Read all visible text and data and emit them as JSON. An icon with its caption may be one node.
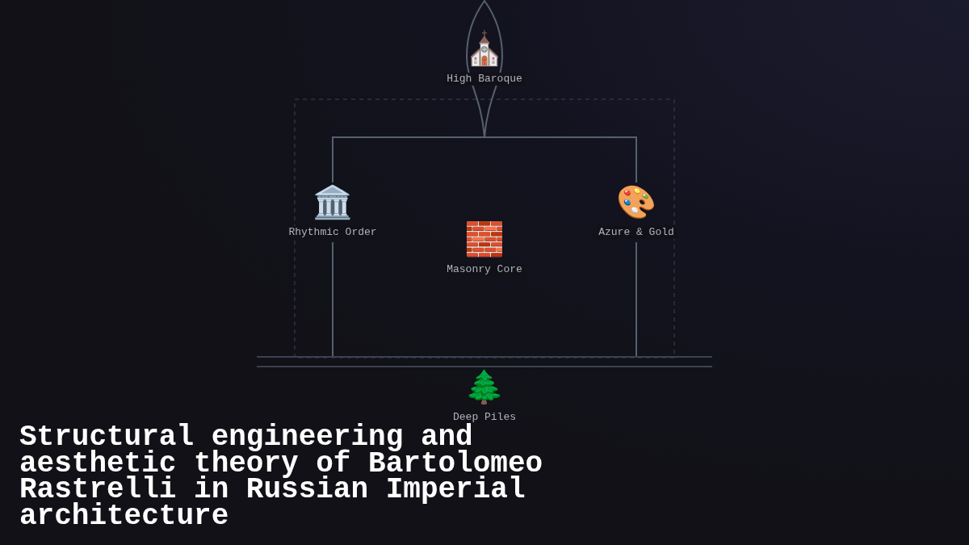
{
  "diagram": {
    "title": "Structural engineering and aesthetic theory of Bartolomeo Rastrelli in Russian Imperial architecture",
    "nodes": [
      {
        "text": [
          "⛪",
          "High Baroque"
        ]
      },
      {
        "text": [
          "🏛️",
          "Rhythmic Order"
        ]
      },
      {
        "text": [
          "🎨",
          "Azure & Gold"
        ]
      },
      {
        "text": [
          "🧱",
          "Masonry Core"
        ]
      },
      {
        "text": [],
        "shape": "bar"
      },
      {
        "text": [
          "🌲",
          "Deep Piles"
        ]
      }
    ],
    "edges": [
      {
        "from": 0,
        "to": 1,
        "arrow": "none"
      },
      {
        "from": 0,
        "to": 2,
        "arrow": "none"
      },
      {
        "from": 1,
        "to": 4,
        "arrow": "none"
      },
      {
        "from": 2,
        "to": 4,
        "arrow": "none"
      }
    ]
  }
}
